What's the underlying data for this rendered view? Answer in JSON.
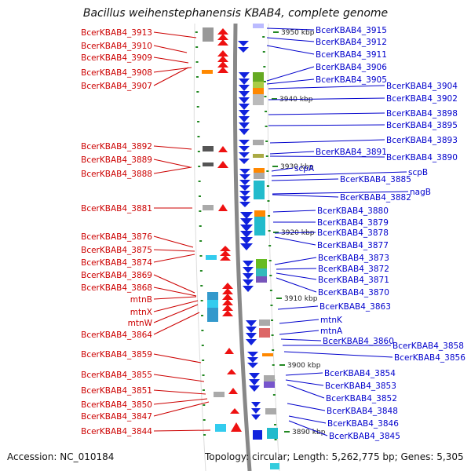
{
  "title": "Bacillus weihenstephanensis KBAB4, complete genome",
  "footer": {
    "accession": "Accession: NC_010184",
    "topology": "Topology: circular; Length: 5,262,775 bp; Genes: 5,305"
  },
  "colors": {
    "left_label": "#cc0000",
    "right_label": "#0000cc",
    "backbone": "#888888",
    "tick": "#228822"
  },
  "scale_labels": [
    "3950 kbp",
    "3940 kbp",
    "3930 kbp",
    "3920 kbp",
    "3910 kbp",
    "3900 kbp",
    "3890 kbp"
  ],
  "left_labels": [
    "BcerKBAB4_3913",
    "BcerKBAB4_3910",
    "BcerKBAB4_3909",
    "BcerKBAB4_3908",
    "BcerKBAB4_3907",
    "BcerKBAB4_3892",
    "BcerKBAB4_3889",
    "BcerKBAB4_3888",
    "BcerKBAB4_3881",
    "BcerKBAB4_3876",
    "BcerKBAB4_3875",
    "BcerKBAB4_3874",
    "BcerKBAB4_3869",
    "BcerKBAB4_3868",
    "mtnB",
    "mtnX",
    "mtnW",
    "BcerKBAB4_3864",
    "BcerKBAB4_3859",
    "BcerKBAB4_3855",
    "BcerKBAB4_3851",
    "BcerKBAB4_3850",
    "BcerKBAB4_3847",
    "BcerKBAB4_3844"
  ],
  "right_labels": [
    "BcerKBAB4_3915",
    "BcerKBAB4_3912",
    "BcerKBAB4_3911",
    "BcerKBAB4_3906",
    "BcerKBAB4_3905",
    "BcerKBAB4_3904",
    "BcerKBAB4_3902",
    "BcerKBAB4_3898",
    "BcerKBAB4_3895",
    "BcerKBAB4_3893",
    "BcerKBAB4_3891",
    "BcerKBAB4_3890",
    "scpA",
    "scpB",
    "BcerKBAB4_3885",
    "nagB",
    "BcerKBAB4_3882",
    "BcerKBAB4_3880",
    "BcerKBAB4_3879",
    "BcerKBAB4_3878",
    "BcerKBAB4_3877",
    "BcerKBAB4_3873",
    "BcerKBAB4_3872",
    "BcerKBAB4_3871",
    "BcerKBAB4_3870",
    "BcerKBAB4_3863",
    "mtnK",
    "mtnA",
    "BcerKBAB4_3860",
    "BcerKBAB4_3858",
    "BcerKBAB4_3856",
    "BcerKBAB4_3854",
    "BcerKBAB4_3853",
    "BcerKBAB4_3852",
    "BcerKBAB4_3848",
    "BcerKBAB4_3846",
    "BcerKBAB4_3845"
  ]
}
